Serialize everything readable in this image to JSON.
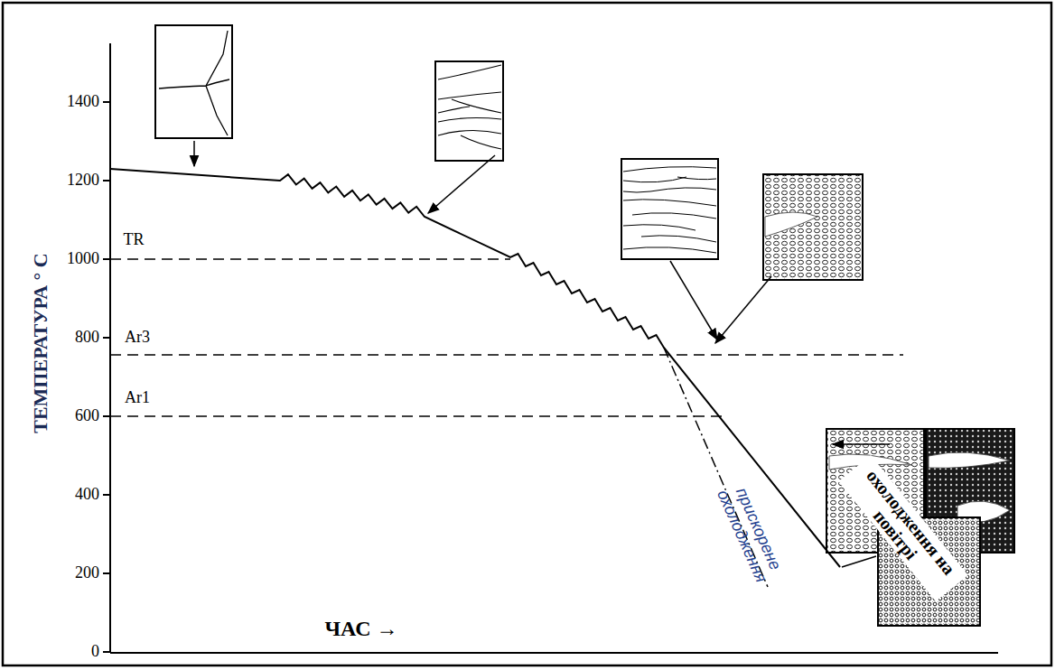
{
  "diagram": {
    "labels": [
      "ТЕМПЕРАТУРА ° C",
      "1400",
      "1200",
      "1000",
      "800",
      "600",
      "400",
      "200",
      "0",
      "TR",
      "Ar3",
      "Ar1",
      "ЧАС →",
      "прискорене охолодження",
      "охолодження на повітрі"
    ]
  }
}
